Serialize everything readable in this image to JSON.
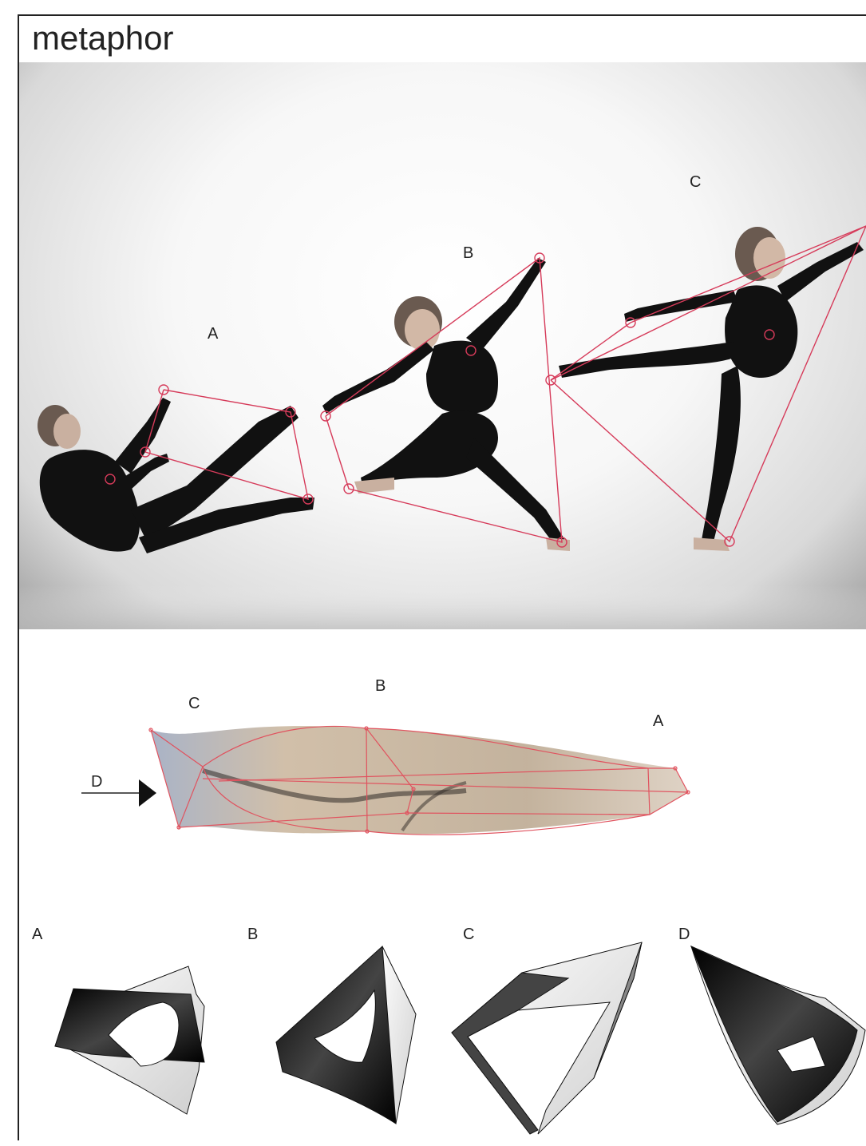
{
  "title": "metaphor",
  "photo": {
    "labels": {
      "a": "A",
      "b": "B",
      "c": "C"
    },
    "accent_color": "#d63b5a",
    "figures": [
      "dancer-pose-a",
      "dancer-pose-b",
      "dancer-pose-c"
    ]
  },
  "composite": {
    "labels": {
      "c": "C",
      "b": "B",
      "a": "A",
      "d": "D"
    },
    "outline_color": "#e0535f",
    "fill_color": "#c7b49a"
  },
  "sections": {
    "labels": [
      "A",
      "B",
      "C",
      "D"
    ]
  }
}
